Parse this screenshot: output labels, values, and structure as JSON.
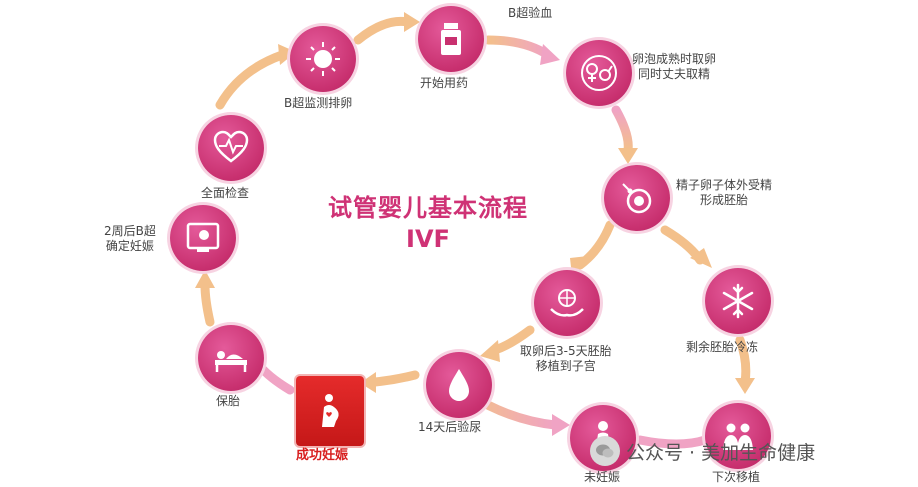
{
  "title": {
    "main": "试管婴儿基本流程",
    "sub": "IVF"
  },
  "steps": [
    {
      "id": "exam",
      "label": "全面检查",
      "icon": "heart-monitor-icon"
    },
    {
      "id": "monitor",
      "label": "B超监测排卵",
      "icon": "ovary-sun-icon"
    },
    {
      "id": "meds",
      "label": "开始用药",
      "icon": "medicine-bottle-icon"
    },
    {
      "id": "blood",
      "label": "B超验血",
      "icon": ""
    },
    {
      "id": "retrieve",
      "label": "卵泡成熟时取卵\n同时丈夫取精",
      "icon": "gender-symbols-icon"
    },
    {
      "id": "fertilize",
      "label": "精子卵子体外受精\n形成胚胎",
      "icon": "sperm-egg-icon"
    },
    {
      "id": "freeze",
      "label": "剩余胚胎冷冻",
      "icon": "snowflake-icon"
    },
    {
      "id": "transfer",
      "label": "取卵后3-5天胚胎\n移植到子宫",
      "icon": "embryo-hands-icon"
    },
    {
      "id": "urine",
      "label": "14天后验尿",
      "icon": "drop-icon"
    },
    {
      "id": "success",
      "label": "成功妊娠",
      "icon": "pregnant-woman-icon"
    },
    {
      "id": "protect",
      "label": "保胎",
      "icon": "resting-bed-icon"
    },
    {
      "id": "confirm",
      "label": "2周后B超\n确定妊娠",
      "icon": "ultrasound-screen-icon"
    },
    {
      "id": "notpreg",
      "label": "未妊娠",
      "icon": "woman-icon"
    },
    {
      "id": "next",
      "label": "下次移植",
      "icon": "doctors-icon"
    }
  ],
  "watermark": {
    "text": "公众号 · 美加生命健康"
  },
  "colors": {
    "node": "#c8306f",
    "arrow": "#f4b37a",
    "arrow_pink": "#e77aa8",
    "title": "#cf3275",
    "success": "#d81e1e"
  }
}
